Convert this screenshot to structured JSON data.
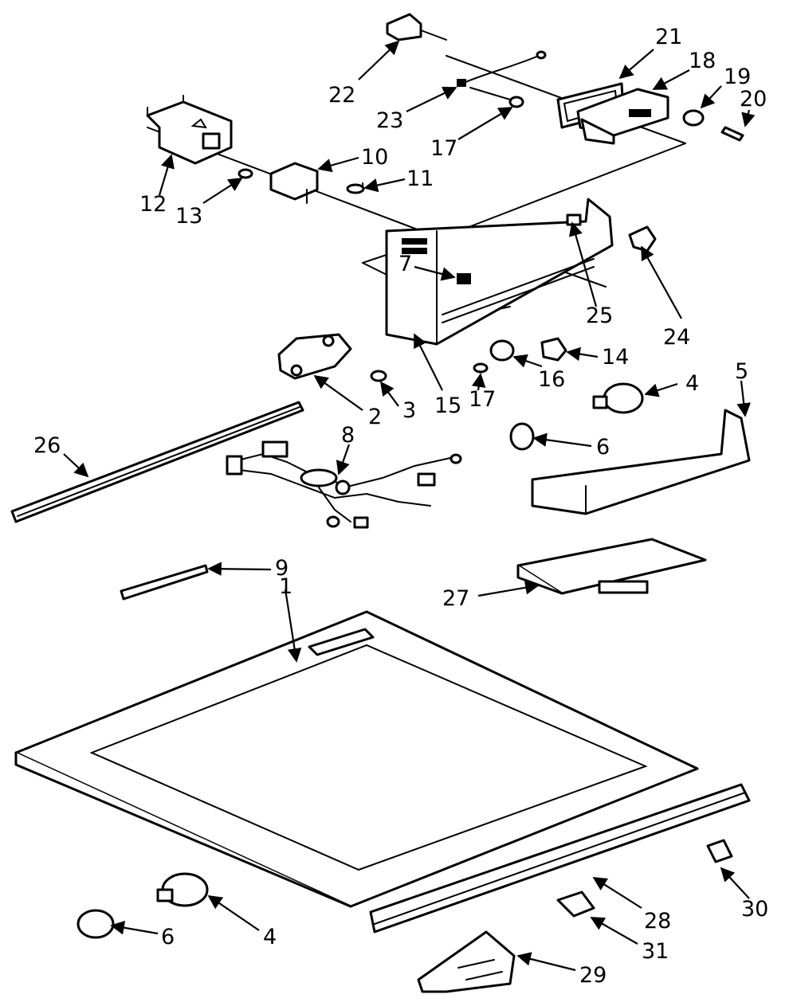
{
  "diagram": {
    "type": "exploded-parts-diagram",
    "callouts": [
      {
        "id": "c22",
        "text": "22"
      },
      {
        "id": "c21",
        "text": "21"
      },
      {
        "id": "c18",
        "text": "18"
      },
      {
        "id": "c19",
        "text": "19"
      },
      {
        "id": "c20",
        "text": "20"
      },
      {
        "id": "c23",
        "text": "23"
      },
      {
        "id": "c17a",
        "text": "17"
      },
      {
        "id": "c10",
        "text": "10"
      },
      {
        "id": "c11",
        "text": "11"
      },
      {
        "id": "c12",
        "text": "12"
      },
      {
        "id": "c13",
        "text": "13"
      },
      {
        "id": "c7",
        "text": "7"
      },
      {
        "id": "c25",
        "text": "25"
      },
      {
        "id": "c24",
        "text": "24"
      },
      {
        "id": "c14",
        "text": "14"
      },
      {
        "id": "c16",
        "text": "16"
      },
      {
        "id": "c15",
        "text": "15"
      },
      {
        "id": "c17b",
        "text": "17"
      },
      {
        "id": "c2",
        "text": "2"
      },
      {
        "id": "c3",
        "text": "3"
      },
      {
        "id": "c26",
        "text": "26"
      },
      {
        "id": "c8",
        "text": "8"
      },
      {
        "id": "c4a",
        "text": "4"
      },
      {
        "id": "c5",
        "text": "5"
      },
      {
        "id": "c6a",
        "text": "6"
      },
      {
        "id": "c9",
        "text": "9"
      },
      {
        "id": "c1",
        "text": "1"
      },
      {
        "id": "c27",
        "text": "27"
      },
      {
        "id": "c6b",
        "text": "6"
      },
      {
        "id": "c4b",
        "text": "4"
      },
      {
        "id": "c28",
        "text": "28"
      },
      {
        "id": "c30",
        "text": "30"
      },
      {
        "id": "c31",
        "text": "31"
      },
      {
        "id": "c29",
        "text": "29"
      }
    ]
  }
}
